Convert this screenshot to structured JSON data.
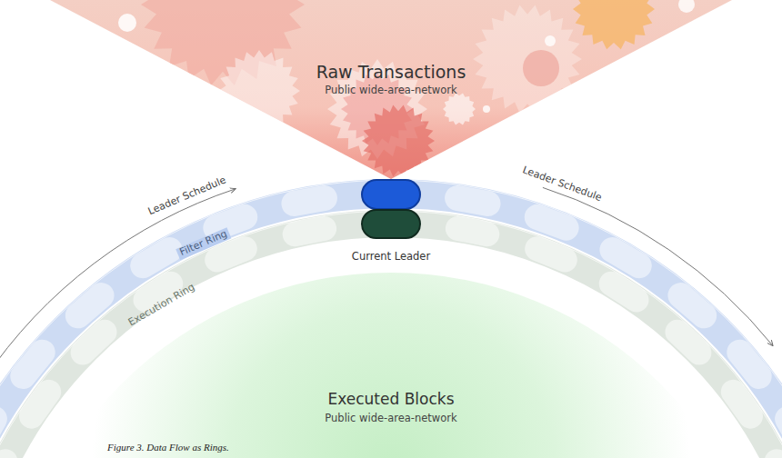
{
  "diagram": {
    "caption": "Figure 3. Data Flow as Rings.",
    "nodes": [
      {
        "text": [
          "Raw Transactions",
          "Public wide-area-network"
        ]
      },
      {
        "text": [
          "Filter Ring"
        ]
      },
      {
        "text": [
          "Execution Ring"
        ]
      },
      {
        "text": [
          "Executed Blocks",
          "Public wide-area-network"
        ]
      }
    ],
    "labels": [
      "Leader Schedule",
      "Leader Schedule",
      "Current Leader"
    ]
  }
}
